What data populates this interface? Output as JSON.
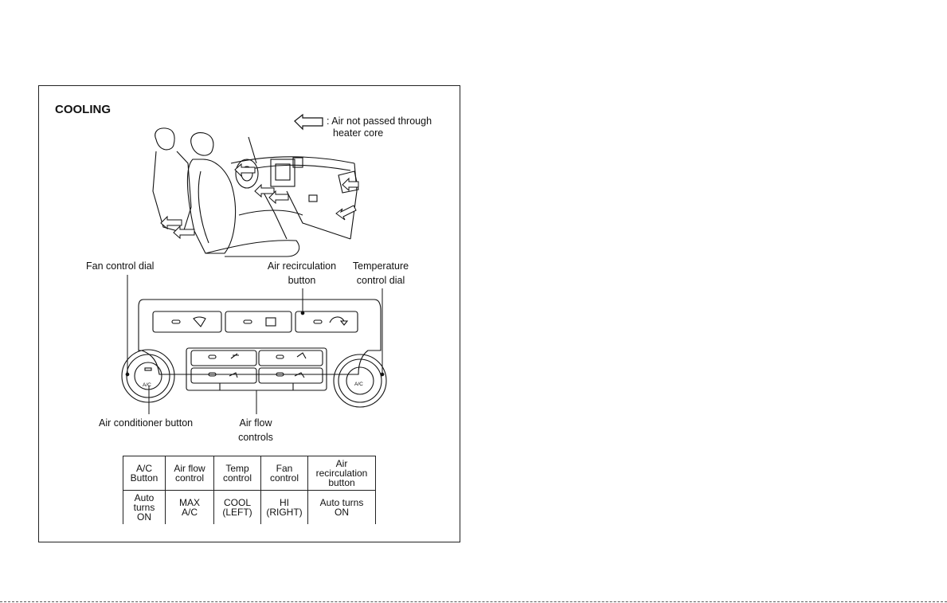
{
  "title": "COOLING",
  "legend": {
    "icon": "hollow-arrow-left-icon",
    "line1": ": Air not passed through",
    "line2": "heater core"
  },
  "callouts": {
    "fan_dial": "Fan control dial",
    "recirc_line1": "Air recirculation",
    "recirc_line2": "button",
    "temp_line1": "Temperature",
    "temp_line2": "control dial",
    "ac_button": "Air conditioner button",
    "airflow_line1": "Air flow",
    "airflow_line2": "controls"
  },
  "panel": {
    "left_knob_label": "A/C",
    "right_knob_label": "A/C"
  },
  "table": {
    "headers": [
      "A/C\nButton",
      "Air flow\ncontrol",
      "Temp\ncontrol",
      "Fan\ncontrol",
      "Air\nrecirculation\nbutton"
    ],
    "values": [
      "Auto\nturns\nON",
      "MAX\nA/C",
      "COOL\n(LEFT)",
      "HI\n(RIGHT)",
      "Auto turns\nON"
    ]
  }
}
